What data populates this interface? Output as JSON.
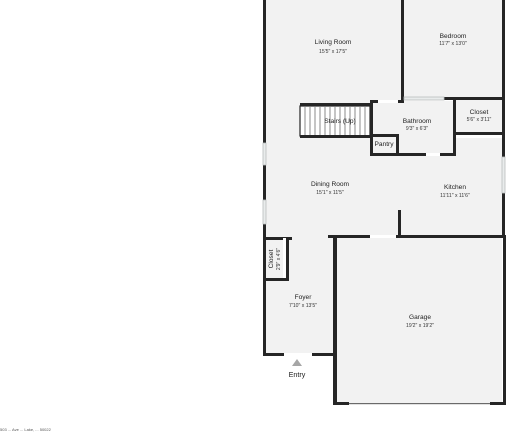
{
  "rooms": {
    "living_room": {
      "name": "Living Room",
      "dims": "15'5\" x 17'5\""
    },
    "bedroom": {
      "name": "Bedroom",
      "dims": "11'7\" x 13'0\""
    },
    "stairs": {
      "name": "Stairs (Up)"
    },
    "bathroom": {
      "name": "Bathroom",
      "dims": "9'3\" x 6'3\""
    },
    "closet_upper": {
      "name": "Closet",
      "dims": "5'6\" x 3'11\""
    },
    "pantry": {
      "name": "Pantry"
    },
    "dining_room": {
      "name": "Dining Room",
      "dims": "15'1\" x 11'5\""
    },
    "kitchen": {
      "name": "Kitchen",
      "dims": "11'11\" x 11'6\""
    },
    "closet_lower": {
      "name": "Closet",
      "dims": "2'9\" x 4'6\""
    },
    "foyer": {
      "name": "Foyer",
      "dims": "7'10\" x 13'5\""
    },
    "garage": {
      "name": "Garage",
      "dims": "19'2\" x 19'2\""
    }
  },
  "entry": {
    "label": "Entry"
  },
  "footer": {
    "text": "503 ... Ave ... Lake, ... 50022"
  },
  "colors": {
    "wall": "#262626",
    "floor": "#f2f2f2",
    "background": "#ffffff"
  }
}
